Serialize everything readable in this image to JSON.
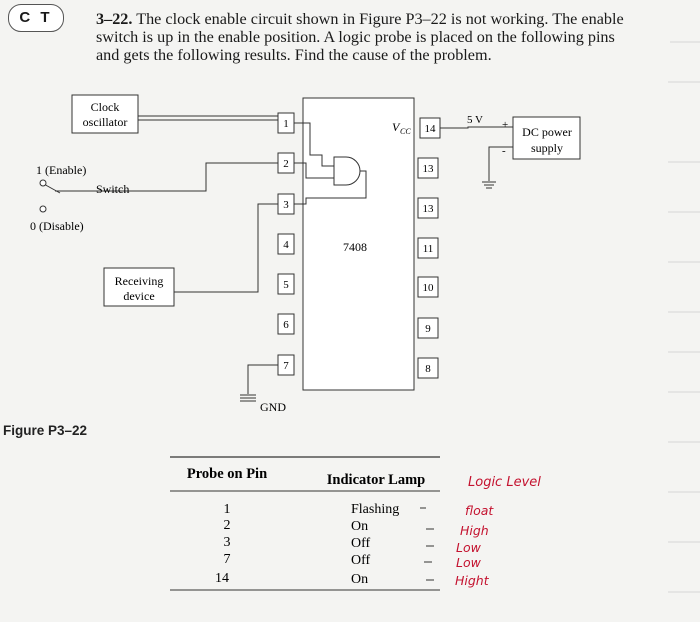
{
  "badge": {
    "label": "C T"
  },
  "problem": {
    "number": "3–22.",
    "text": "The clock enable circuit shown in Figure P3–22 is not working. The enable switch is up in the enable position. A logic probe is placed on the following pins and gets the following results. Find the cause of the problem."
  },
  "circuit": {
    "clock_line1": "Clock",
    "clock_line2": "oscillator",
    "enable_label": "1 (Enable)",
    "switch_label": "Switch",
    "disable_label": "0 (Disable)",
    "receiving_line1": "Receiving",
    "receiving_line2": "device",
    "chip_label": "7408",
    "vcc_label": "V",
    "vcc_sub": "CC",
    "gnd_label": "GND",
    "five_v_label": "5 V",
    "plus_label": "+",
    "minus_label": "-",
    "dc_line1": "DC power",
    "dc_line2": "supply",
    "left_pins": [
      "1",
      "2",
      "3",
      "4",
      "5",
      "6",
      "7"
    ],
    "right_pins": [
      "14",
      "13",
      "13",
      "11",
      "10",
      "9",
      "8"
    ]
  },
  "figure_label": "Figure P3–22",
  "table": {
    "col1_header": "Probe on Pin",
    "col2_header": "Indicator Lamp",
    "col3_header": "Logic Level",
    "rows": [
      {
        "pin": "1",
        "lamp": "Flashing",
        "level": "float"
      },
      {
        "pin": "2",
        "lamp": "On",
        "level": "High"
      },
      {
        "pin": "3",
        "lamp": "Off",
        "level": "Low"
      },
      {
        "pin": "7",
        "lamp": "Off",
        "level": "Low"
      },
      {
        "pin": "14",
        "lamp": "On",
        "level": "Hight"
      }
    ]
  }
}
